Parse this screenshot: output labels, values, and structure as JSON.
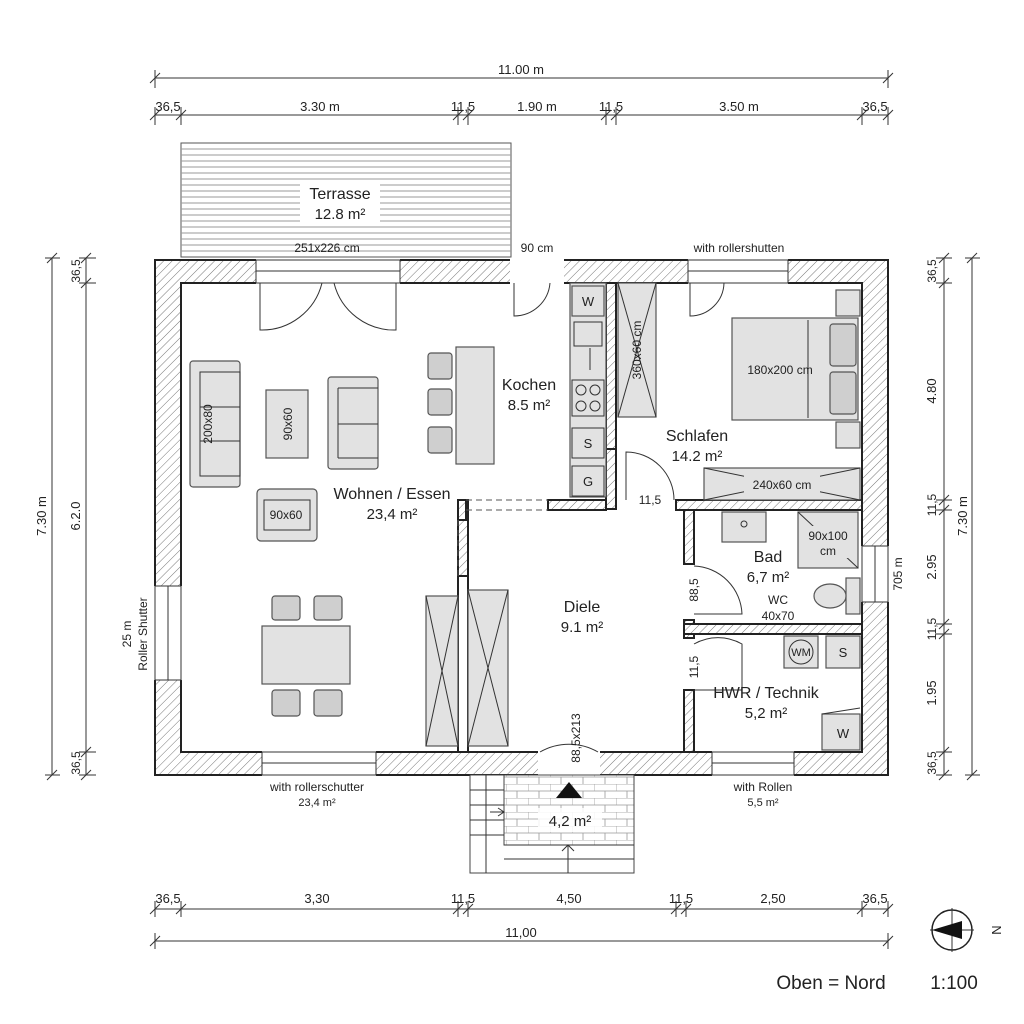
{
  "dimensions": {
    "top_total": "11.00 m",
    "top_seg_1": "36,5",
    "top_seg_2": "3.30 m",
    "top_seg_3": "11,5",
    "top_seg_4": "1.90 m",
    "top_seg_5": "11,5",
    "top_seg_6": "3.50 m",
    "top_seg_7": "36,5",
    "bottom_seg_1": "36,5",
    "bottom_seg_2": "3,30",
    "bottom_seg_3": "11,5",
    "bottom_seg_4": "4,50",
    "bottom_seg_5": "11,5",
    "bottom_seg_6": "2,50",
    "bottom_seg_7": "36,5",
    "bottom_total": "11,00",
    "left_total": "7.30 m",
    "left_inner": "6.2.0",
    "left_top": "36,5",
    "left_bottom": "36,5",
    "right_total": "7.30 m",
    "right_1": "36,5",
    "right_2": "4.80",
    "right_3": "11,5",
    "right_4": "2.95",
    "right_5": "11,5",
    "right_6": "1.95",
    "right_7": "36,5"
  },
  "labels": {
    "terrace_door": "251x226 cm",
    "kitchen_door": "90 cm",
    "bedroom_window": "with rollershutten",
    "left_window_1": "25 m",
    "left_window_2": "Roller Shutter",
    "right_window": "705 m",
    "bottom_window_left_1": "with rollerschutter",
    "bottom_window_left_2": "23,4 m²",
    "bottom_window_right_1": "with Rollen",
    "bottom_window_right_2": "5,5 m²",
    "bedroom_door": "11,5",
    "bath_door": "88,5",
    "hwr_door": "11,5",
    "entry_door": "88,5x213"
  },
  "rooms": {
    "terrasse_name": "Terrasse",
    "terrasse_area": "12.8 m²",
    "wohnen_name": "Wohnen / Essen",
    "wohnen_area": "23,4 m²",
    "kochen_name": "Kochen",
    "kochen_area": "8.5 m²",
    "schlafen_name": "Schlafen",
    "schlafen_area": "14.2 m²",
    "diele_name": "Diele",
    "diele_area": "9.1 m²",
    "bad_name": "Bad",
    "bad_area": "6,7 m²",
    "hwr_name": "HWR / Technik",
    "hwr_area": "5,2 m²",
    "entry_area": "4,2 m²"
  },
  "furniture": {
    "sofa": "200x80",
    "coffee_table": "90x60",
    "armchair": "90x60",
    "wardrobe_kitchen": "360x60 cm",
    "bed": "180x200 cm",
    "wardrobe_bedroom": "240x60 cm",
    "shower_1": "90x100",
    "shower_2": "cm",
    "wc_1": "WC",
    "wc_2": "40x70",
    "appliance_w": "W",
    "appliance_s": "S",
    "appliance_g": "G",
    "hwr_wm": "WM",
    "hwr_s": "S",
    "hwr_w": "W"
  },
  "footer": {
    "orientation": "Oben = Nord",
    "compass": "N",
    "scale": "1:100"
  }
}
